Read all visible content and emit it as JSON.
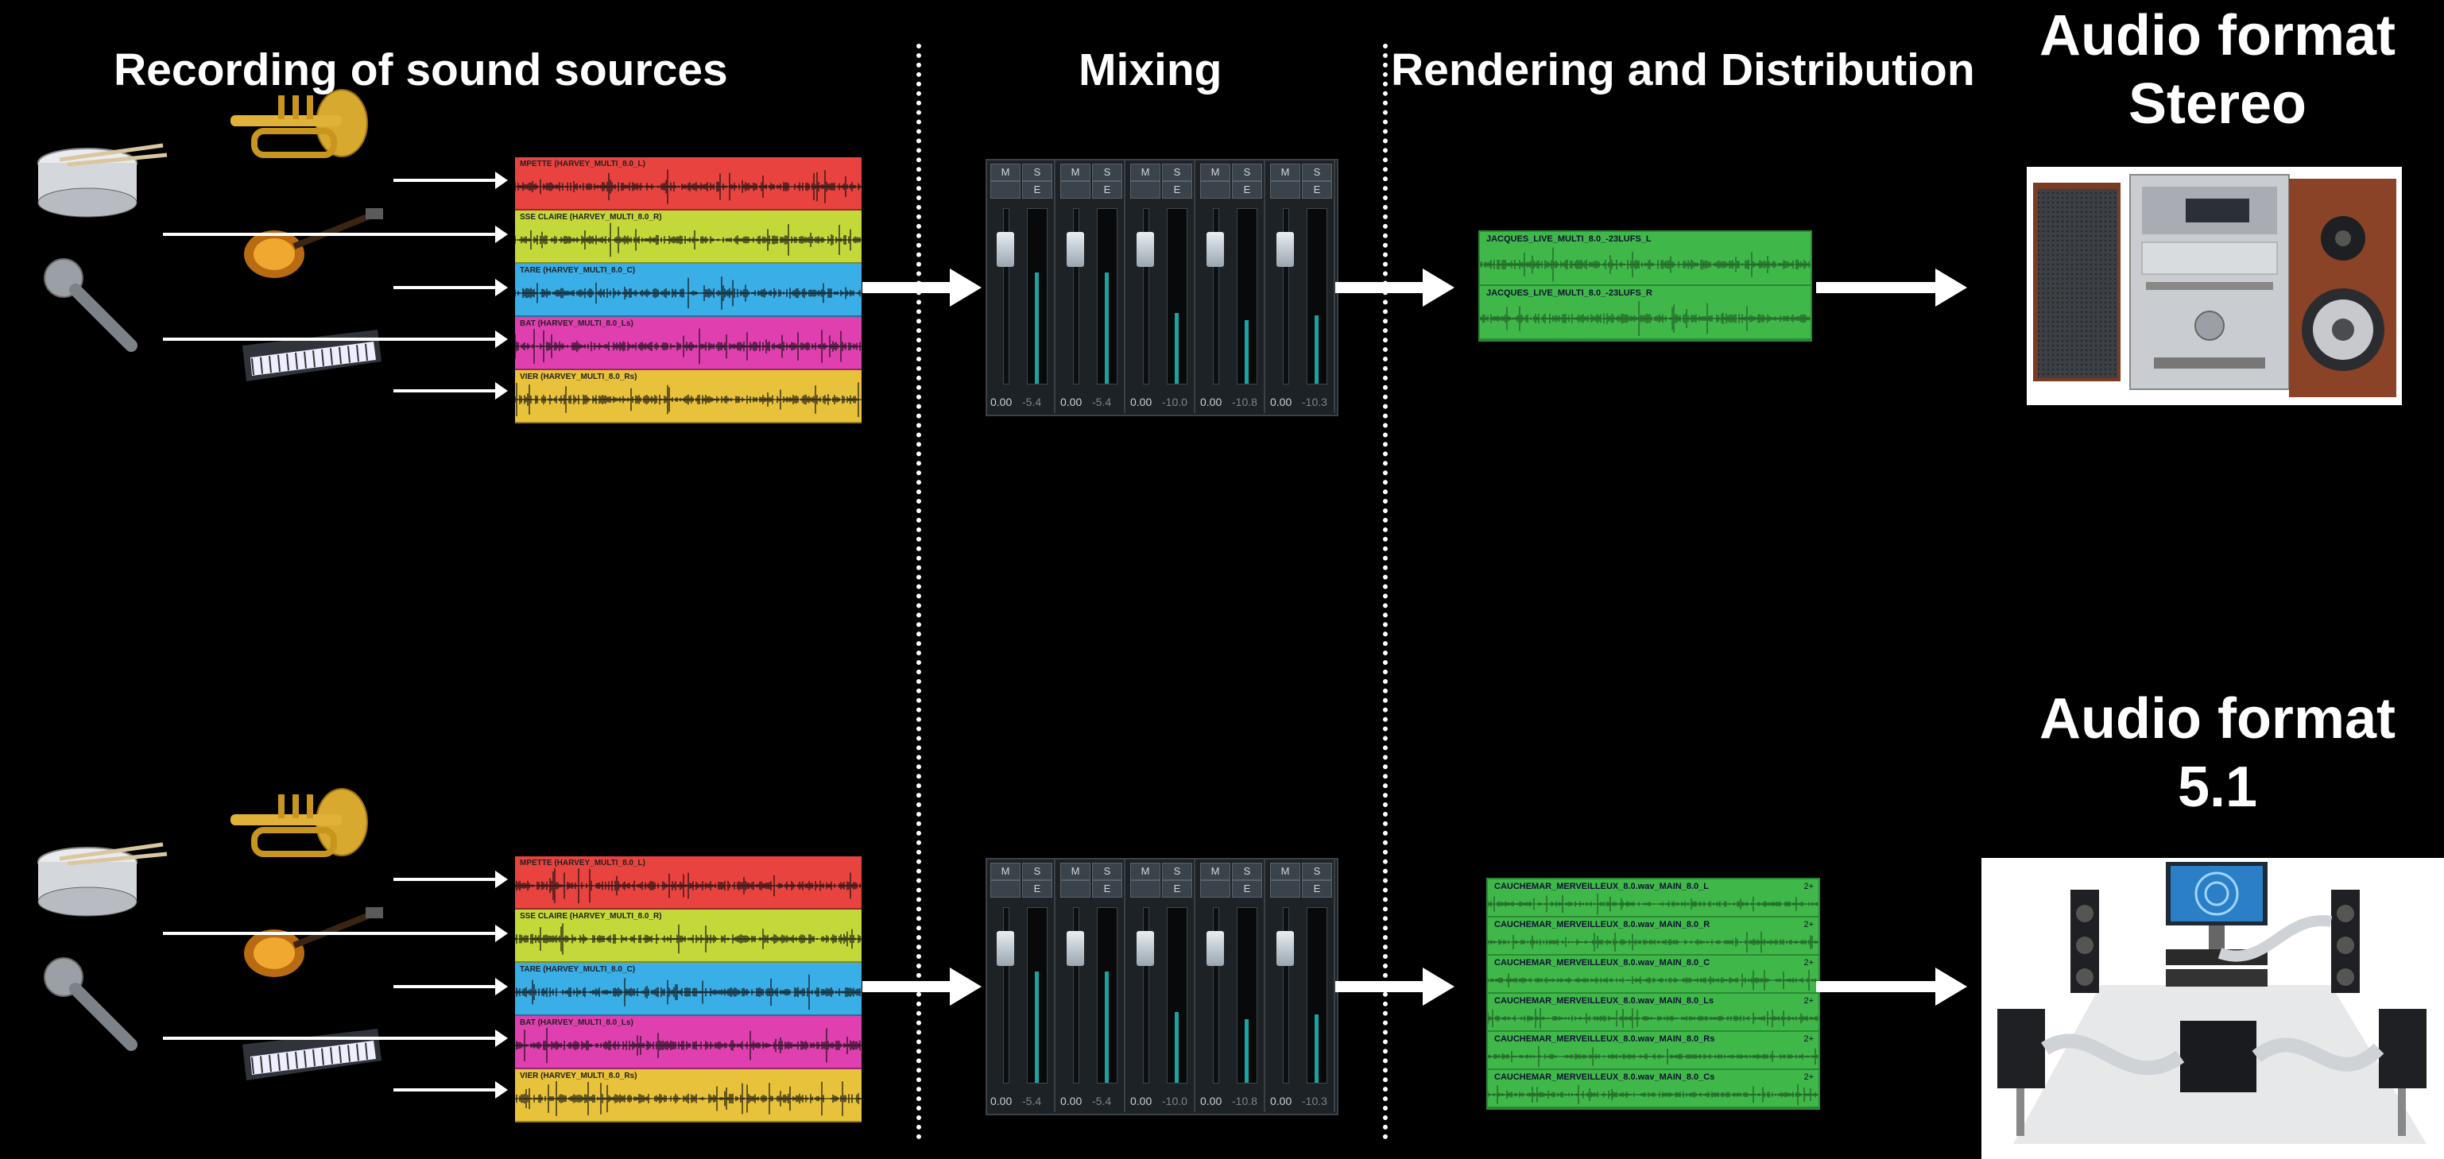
{
  "headers": {
    "recording": "Recording of sound sources",
    "mixing": "Mixing",
    "rendering": "Rendering and Distribution"
  },
  "formats": {
    "stereo": {
      "line1": "Audio format",
      "line2": "Stereo"
    },
    "surround": {
      "line1": "Audio format",
      "line2": "5.1"
    }
  },
  "instruments": [
    "snare-drum",
    "trumpet",
    "electric-guitar",
    "microphone",
    "synthesizer-keyboard"
  ],
  "tracks": [
    {
      "label": "MPETTE (HARVEY_MULTI_8.0_L)",
      "color": "#e8433f"
    },
    {
      "label": "SSE CLAIRE (HARVEY_MULTI_8.0_R)",
      "color": "#c4d83a"
    },
    {
      "label": "TARE (HARVEY_MULTI_8.0_C)",
      "color": "#3aaee6"
    },
    {
      "label": "BAT (HARVEY_MULTI_8.0_Ls)",
      "color": "#e03fb0"
    },
    {
      "label": "VIER (HARVEY_MULTI_8.0_Rs)",
      "color": "#e8c23a"
    }
  ],
  "mixer": {
    "button_m": "M",
    "button_s": "S",
    "button_e": "E",
    "strips": [
      {
        "fader": "0.00",
        "meter": "-5.4"
      },
      {
        "fader": "0.00",
        "meter": "-5.4"
      },
      {
        "fader": "0.00",
        "meter": "-10.0"
      },
      {
        "fader": "0.00",
        "meter": "-10.8"
      },
      {
        "fader": "0.00",
        "meter": "-10.3"
      }
    ]
  },
  "stereo_render": [
    {
      "label": "JACQUES_LIVE_MULTI_8.0_-23LUFS_L"
    },
    {
      "label": "JACQUES_LIVE_MULTI_8.0_-23LUFS_R"
    }
  ],
  "surround_render": [
    {
      "label": "CAUCHEMAR_MERVEILLEUX_8.0.wav_MAIN_8.0_L",
      "tag": "2+"
    },
    {
      "label": "CAUCHEMAR_MERVEILLEUX_8.0.wav_MAIN_8.0_R",
      "tag": "2+"
    },
    {
      "label": "CAUCHEMAR_MERVEILLEUX_8.0.wav_MAIN_8.0_C",
      "tag": "2+"
    },
    {
      "label": "CAUCHEMAR_MERVEILLEUX_8.0.wav_MAIN_8.0_Ls",
      "tag": "2+"
    },
    {
      "label": "CAUCHEMAR_MERVEILLEUX_8.0.wav_MAIN_8.0_Rs",
      "tag": "2+"
    },
    {
      "label": "CAUCHEMAR_MERVEILLEUX_8.0.wav_MAIN_8.0_Cs",
      "tag": "2+"
    }
  ],
  "devices": {
    "stereo": "hifi-stereo-system",
    "surround": "home-theater-5-1-system"
  }
}
